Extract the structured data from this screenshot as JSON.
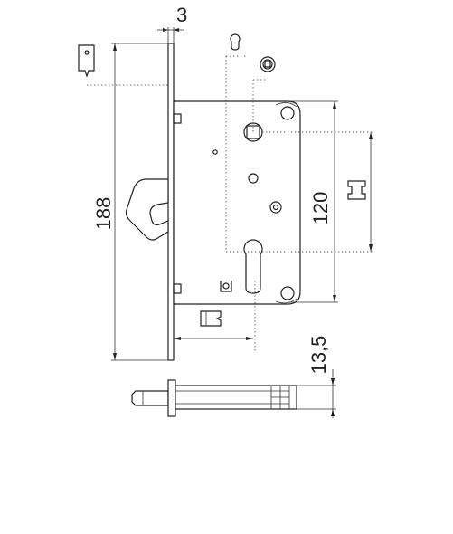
{
  "dimensions": {
    "faceplate_thickness": "3",
    "total_height": "188",
    "hole_spacing": "120",
    "rod_diameter": "13,5"
  }
}
